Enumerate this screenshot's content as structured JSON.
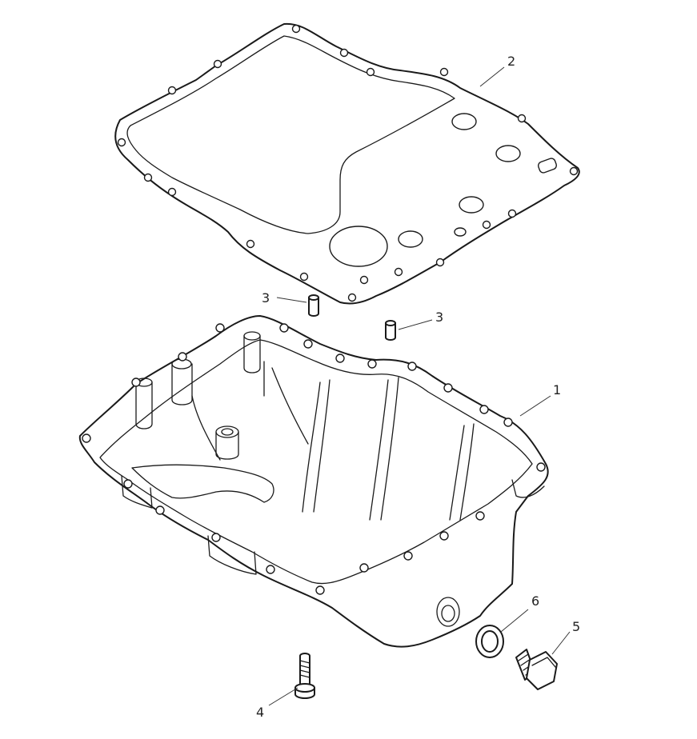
{
  "callouts": {
    "oil_pan": "1",
    "gasket": "2",
    "dowel_left": "3",
    "dowel_right": "3",
    "bolt": "4",
    "drain_plug": "5",
    "sealing_washer": "6"
  },
  "colors": {
    "line": "#1a1a1a",
    "background": "#ffffff"
  }
}
